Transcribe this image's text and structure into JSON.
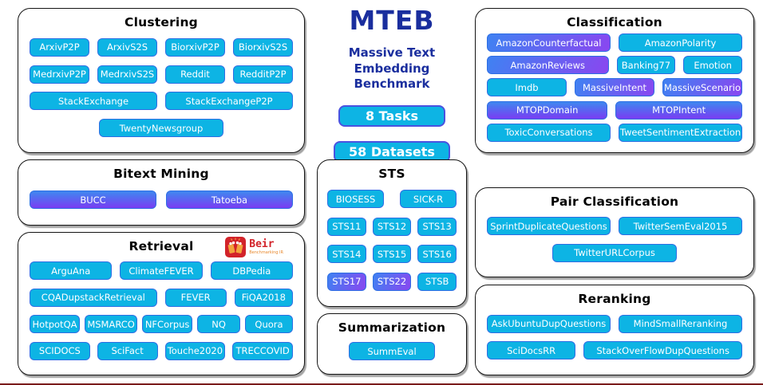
{
  "center": {
    "title": "MTEB",
    "subtitle_line1": "Massive Text",
    "subtitle_line2": "Embedding Benchmark",
    "tasks_badge": "8 Tasks",
    "datasets_badge": "58 Datasets"
  },
  "colors": {
    "badge_cyan": "#0db4e4",
    "badge_border": "#2e6ee4",
    "grad_start": "#3f82f2",
    "grad_end": "#8a46f0",
    "gradv_start": "#3f88f0",
    "gradv_end": "#7a3cf2",
    "title_navy": "#1a2e9e",
    "stat_border": "#4a52e0",
    "box_border": "#141414",
    "beir_red": "#d2232a",
    "beir_orange": "#e8872b",
    "bottom_line": "#7a1a1a"
  },
  "boxes": {
    "clustering": {
      "title": "Clustering",
      "rows": [
        [
          "ArxivP2P",
          "ArxivS2S",
          "BiorxivP2P",
          "BiorxivS2S"
        ],
        [
          "MedrxivP2P",
          "MedrxivS2S",
          "Reddit",
          "RedditP2P"
        ],
        [
          "StackExchange",
          "StackExchangeP2P"
        ],
        [
          "TwentyNewsgroup"
        ]
      ]
    },
    "bitext_mining": {
      "title": "Bitext Mining",
      "rows": [
        [
          "BUCC",
          "Tatoeba"
        ]
      ]
    },
    "retrieval": {
      "title": "Retrieval",
      "logo": {
        "name": "Beir",
        "subtext": "Benchmarking IR"
      },
      "rows": [
        [
          "ArguAna",
          "ClimateFEVER",
          "DBPedia"
        ],
        [
          "CQADupstackRetrieval",
          "FEVER",
          "FiQA2018"
        ],
        [
          "HotpotQA",
          "MSMARCO",
          "NFCorpus",
          "NQ",
          "Quora"
        ],
        [
          "SCIDOCS",
          "SciFact",
          "Touche2020",
          "TRECCOVID"
        ]
      ]
    },
    "sts": {
      "title": "STS",
      "rows": [
        [
          "BIOSESS",
          "SICK-R"
        ],
        [
          "STS11",
          "STS12",
          "STS13"
        ],
        [
          "STS14",
          "STS15",
          "STS16"
        ],
        [
          "STS17",
          "STS22",
          "STSB"
        ]
      ]
    },
    "summarization": {
      "title": "Summarization",
      "rows": [
        [
          "SummEval"
        ]
      ]
    },
    "classification": {
      "title": "Classification",
      "rows": [
        [
          "AmazonCounterfactual",
          "AmazonPolarity"
        ],
        [
          "AmazonReviews",
          "Banking77",
          "Emotion"
        ],
        [
          "Imdb",
          "MassiveIntent",
          "MassiveScenario"
        ],
        [
          "MTOPDomain",
          "MTOPIntent"
        ],
        [
          "ToxicConversations",
          "TweetSentimentExtraction"
        ]
      ]
    },
    "pair_classification": {
      "title": "Pair Classification",
      "rows": [
        [
          "SprintDuplicateQuestions",
          "TwitterSemEval2015"
        ],
        [
          "TwitterURLCorpus"
        ]
      ]
    },
    "reranking": {
      "title": "Reranking",
      "rows": [
        [
          "AskUbuntuDupQuestions",
          "MindSmallReranking"
        ],
        [
          "SciDocsRR",
          "StackOverFlowDupQuestions"
        ]
      ]
    }
  }
}
